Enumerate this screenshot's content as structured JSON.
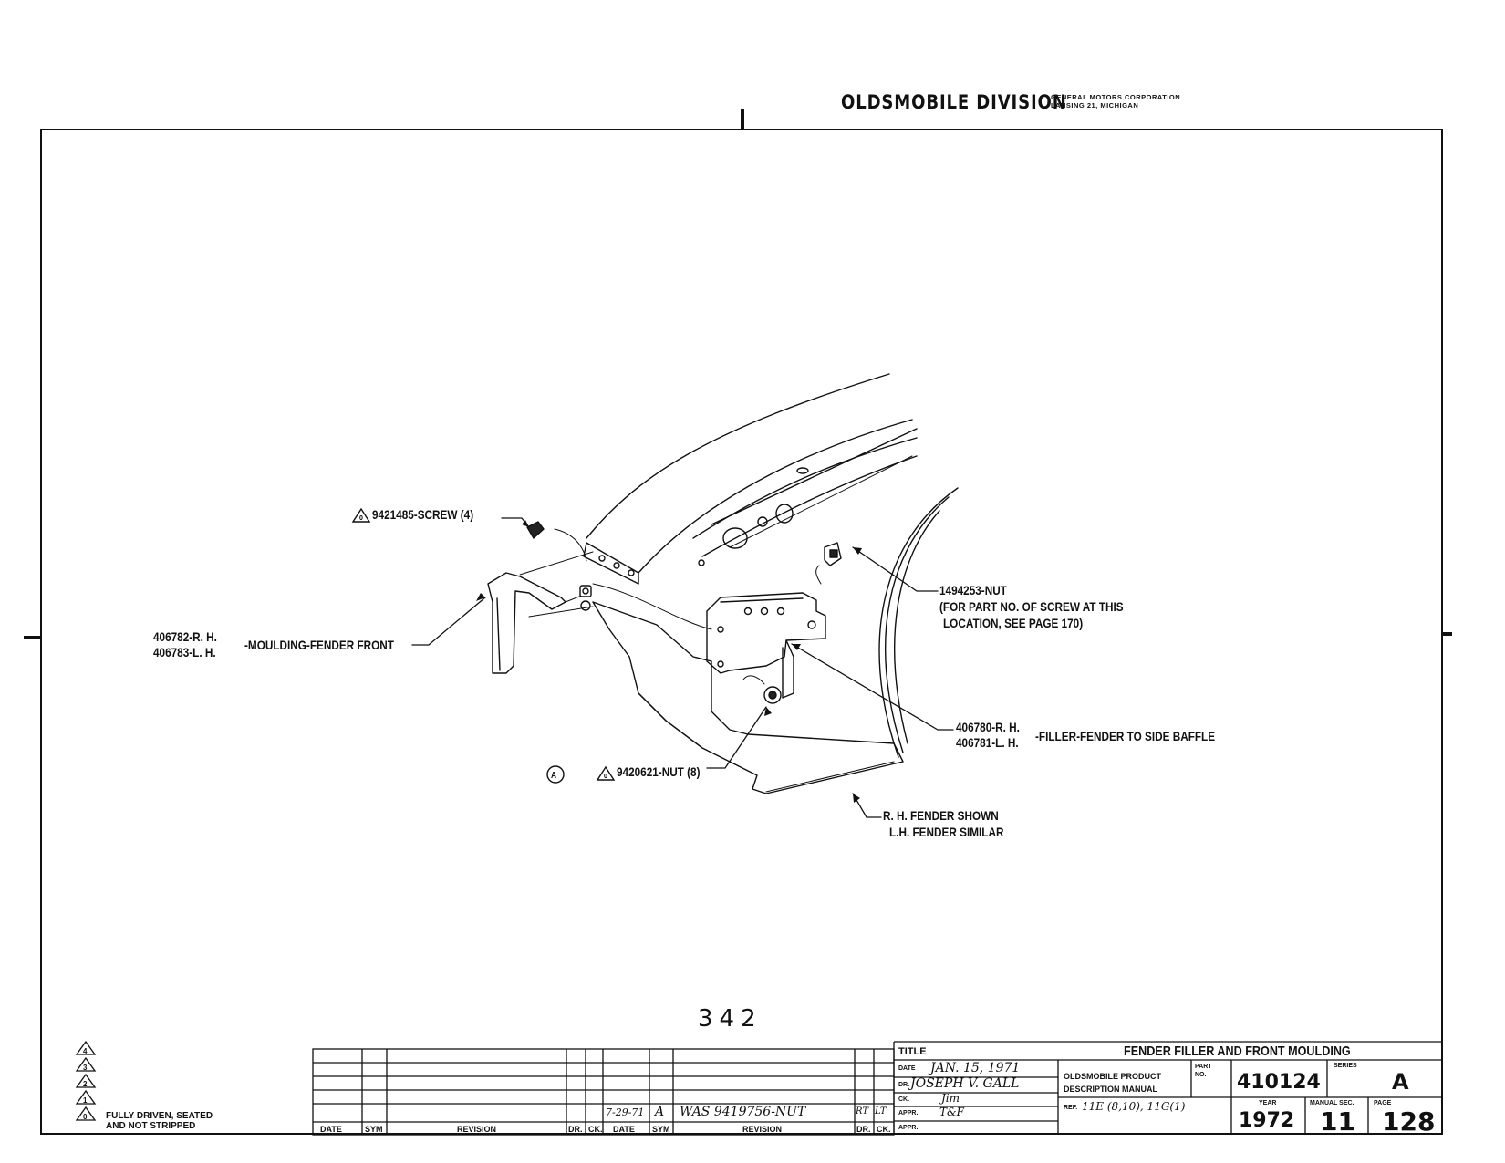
{
  "header": {
    "division": "OLDSMOBILE DIVISION",
    "corp_line1": "GENERAL MOTORS CORPORATION",
    "corp_line2": "LANSING 21, MICHIGAN"
  },
  "callouts": {
    "screw": "9421485-SCREW (4)",
    "moulding_rh": "406782-R. H.",
    "moulding_lh": "406783-L. H.",
    "moulding_desc": "-MOULDING-FENDER FRONT",
    "nut_top": "1494253-NUT",
    "nut_top_note1": "(FOR PART NO. OF SCREW AT THIS",
    "nut_top_note2": "LOCATION, SEE PAGE 170)",
    "filler_rh": "406780-R. H.",
    "filler_lh": "406781-L. H.",
    "filler_desc": "-FILLER-FENDER TO SIDE BAFFLE",
    "nut_bottom": "9420621-NUT (8)",
    "ref_circle": "A",
    "fender_note1": "R. H. FENDER SHOWN",
    "fender_note2": "L.H. FENDER SIMILAR"
  },
  "page_number": "342",
  "legend": {
    "numbers": [
      "4",
      "3",
      "2",
      "1",
      "0"
    ],
    "note_line1": "FULLY DRIVEN, SEATED",
    "note_line2": "AND NOT STRIPPED"
  },
  "revision_block": {
    "headers": [
      "DATE",
      "SYM",
      "REVISION",
      "DR.",
      "CK.",
      "DATE",
      "SYM",
      "REVISION",
      "DR.",
      "CK."
    ],
    "entry_date": "7-29-71",
    "entry_sym": "A",
    "entry_revision": "WAS 9419756-NUT",
    "entry_dr": "RT",
    "entry_ck": "LT"
  },
  "title_block": {
    "title_label": "TITLE",
    "title": "FENDER FILLER AND FRONT MOULDING",
    "date_label": "DATE",
    "date": "JAN. 15, 1971",
    "dr_label": "DR.",
    "drafter": "JOSEPH V. GALL",
    "ck_label": "CK.",
    "checker": "Jim",
    "appr_label": "APPR.",
    "approver": "T&F",
    "appr2_label": "APPR.",
    "manual_line1": "OLDSMOBILE PRODUCT",
    "manual_line2": "DESCRIPTION MANUAL",
    "ref_label": "REF.",
    "ref": "11E (8,10), 11G(1)",
    "part_label": "PART NO.",
    "part_no": "410124",
    "series_label": "SERIES",
    "series": "A",
    "year_label": "YEAR",
    "year": "1972",
    "manual_sec_label": "MANUAL SEC.",
    "manual_sec": "11",
    "page_label": "PAGE",
    "page": "128"
  }
}
